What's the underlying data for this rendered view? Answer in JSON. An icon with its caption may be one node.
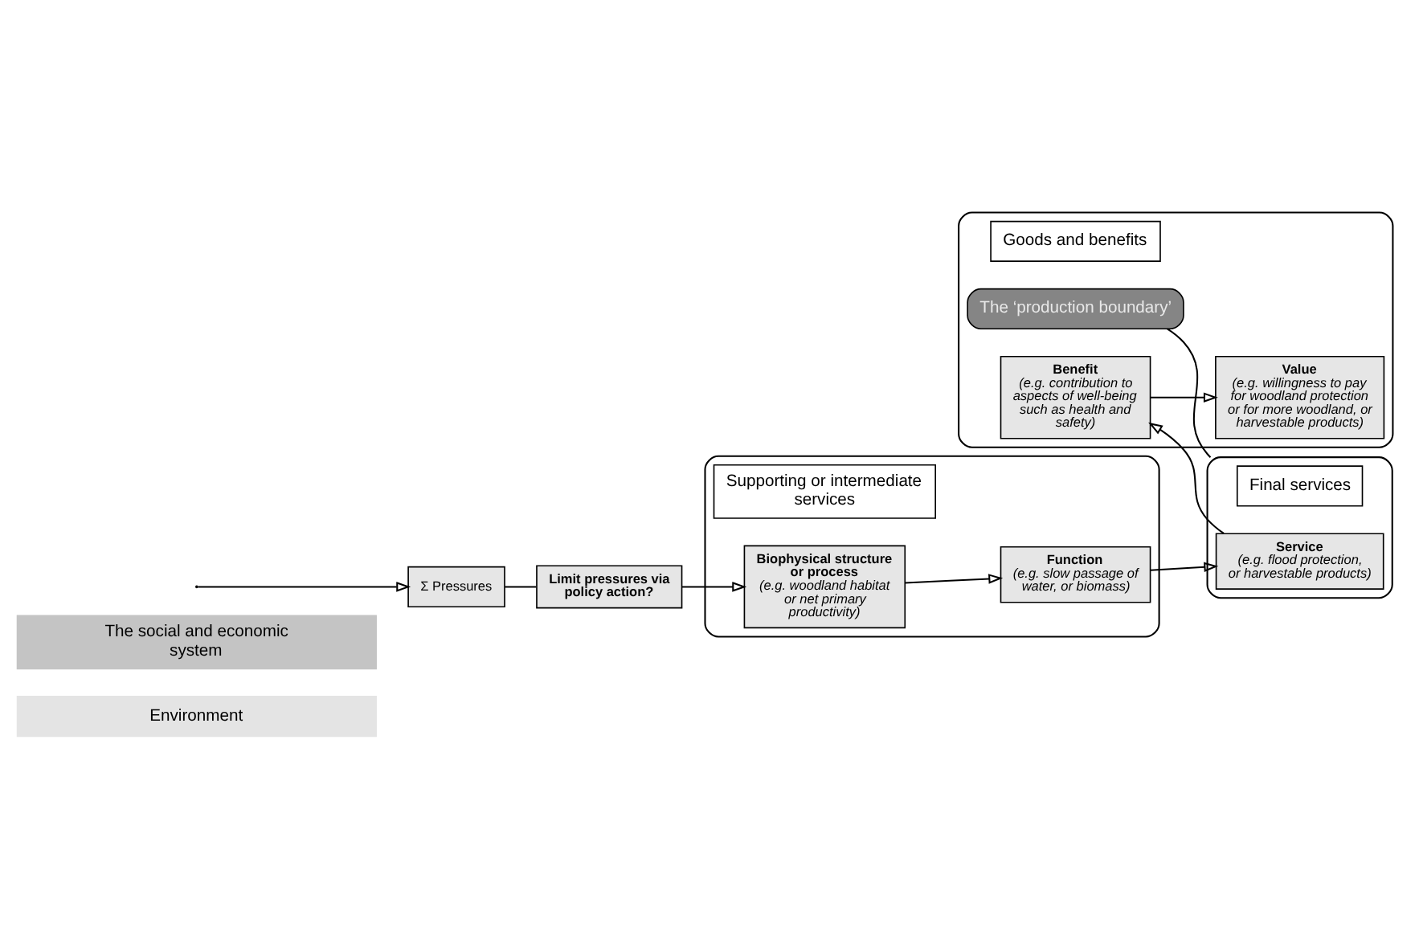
{
  "diagram": {
    "nodes": [
      {
        "text": [
          "Environment"
        ]
      },
      {
        "text": [
          "The social and economic system"
        ]
      },
      {
        "text": [],
        "shape": "box"
      },
      {
        "text": [
          "Supporting or intermediate services"
        ],
        "in": 2
      },
      {
        "text": [
          "Biophysical structure or process",
          "(e.g. woodland habitat or net primary productivity)"
        ],
        "in": 2
      },
      {
        "text": [
          "Function",
          "(e.g. slow passage of water, or biomass)"
        ],
        "in": 2
      },
      {
        "text": [],
        "shape": "box"
      },
      {
        "text": [
          "Final services"
        ],
        "in": 6
      },
      {
        "text": [
          "Service",
          "(e.g. flood protection, or harvestable products)"
        ],
        "in": 6
      },
      {
        "text": [],
        "shape": "box"
      },
      {
        "text": [
          "Goods and benefits"
        ],
        "in": 9
      },
      {
        "text": [
          "The ‘production boundary’"
        ],
        "in": 9
      },
      {
        "text": [
          "Benefit",
          "(e.g. contribution to aspects of well-being such as health and safety)"
        ],
        "in": 9
      },
      {
        "text": [
          "Value",
          "(e.g. willingness to pay for woodland protection or for more woodland, or harvestable products)"
        ],
        "in": 9
      },
      {
        "text": [
          "Limit pressures via policy action?"
        ]
      },
      {
        "text": [
          "Σ Pressures"
        ]
      }
    ],
    "edges": [
      {
        "from": 4,
        "to": 5,
        "arrow": "to"
      },
      {
        "from": 5,
        "to": 8,
        "arrow": "to"
      },
      {
        "from": 8,
        "to": 12,
        "arrow": "to"
      },
      {
        "from": 12,
        "to": 13,
        "arrow": "to"
      },
      {
        "from": 11,
        "to": 6,
        "arrow": "none"
      },
      {
        "from": 15,
        "to": 14,
        "arrow": "none"
      },
      {
        "from": 14,
        "to": 4,
        "arrow": "to"
      },
      {
        "from": null,
        "to": 15,
        "arrow": "to"
      }
    ]
  }
}
